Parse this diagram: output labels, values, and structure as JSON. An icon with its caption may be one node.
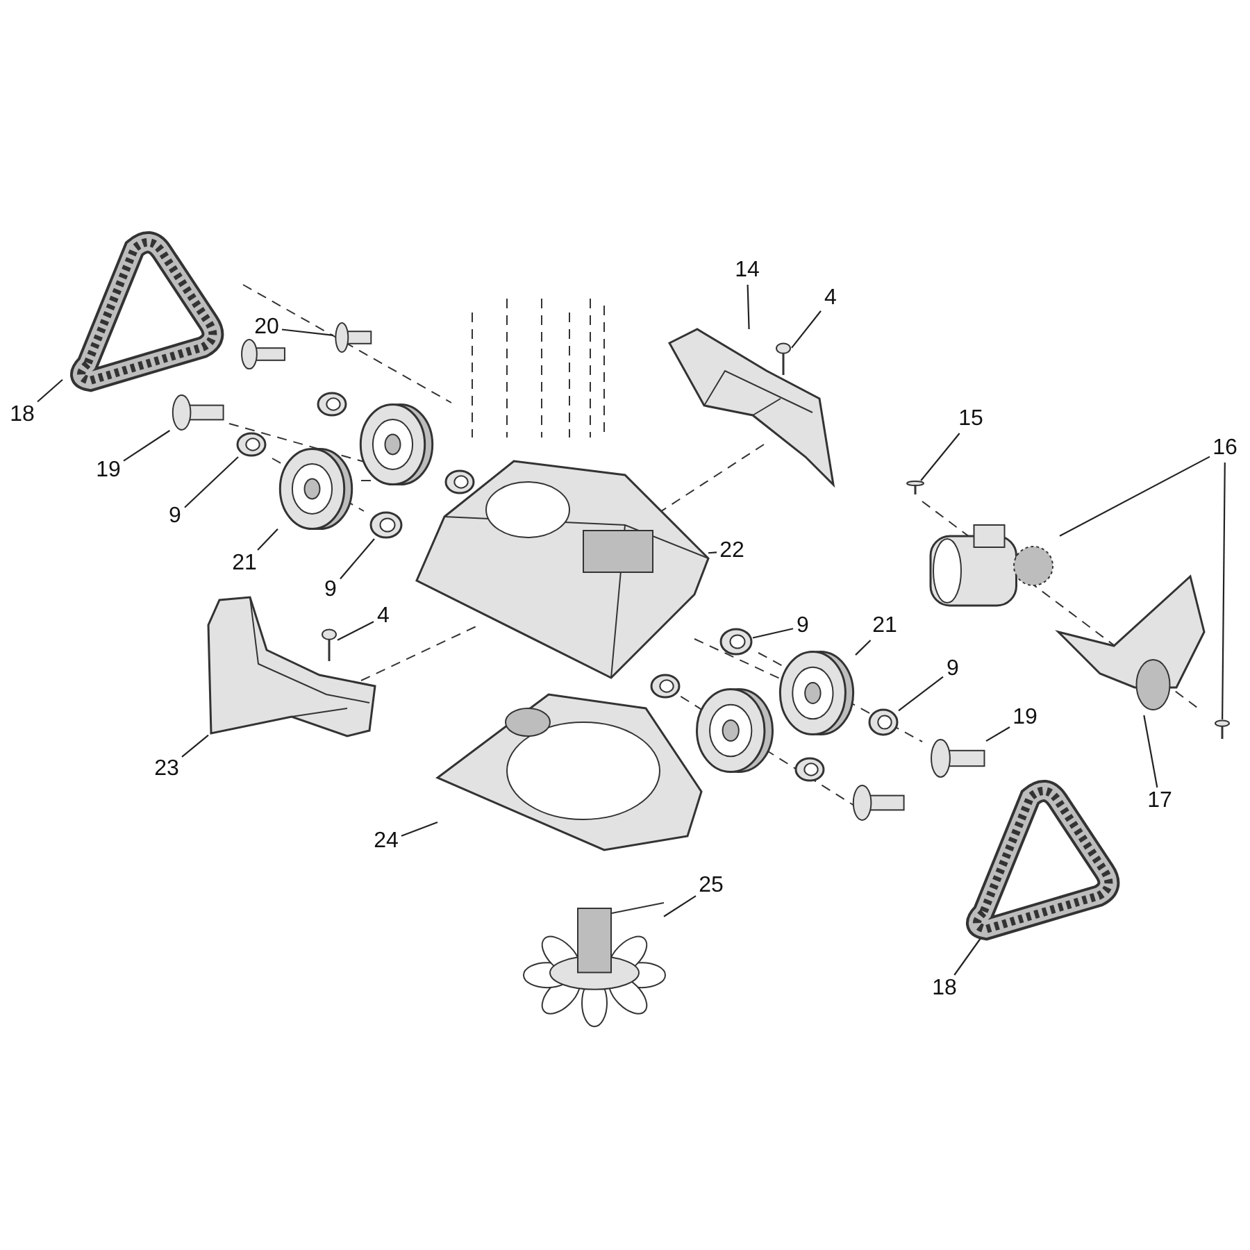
{
  "diagram": {
    "nodes": [
      {
        "text": [
          "18"
        ]
      },
      {
        "text": [
          "20"
        ]
      },
      {
        "text": [
          "19"
        ]
      },
      {
        "text": [
          "9"
        ]
      },
      {
        "text": [
          "21"
        ]
      },
      {
        "text": [
          "9"
        ]
      },
      {
        "text": [
          "14"
        ]
      },
      {
        "text": [
          "4"
        ]
      },
      {
        "text": [
          "15"
        ]
      },
      {
        "text": [
          "16"
        ]
      },
      {
        "text": [
          "22"
        ]
      },
      {
        "text": [
          "9"
        ]
      },
      {
        "text": [
          "21"
        ]
      },
      {
        "text": [
          "9"
        ]
      },
      {
        "text": [
          "19"
        ]
      },
      {
        "text": [
          "4"
        ]
      },
      {
        "text": [
          "23"
        ]
      },
      {
        "text": [
          "17"
        ]
      },
      {
        "text": [
          "24"
        ]
      },
      {
        "text": [
          "25"
        ]
      },
      {
        "text": [
          "18"
        ]
      },
      {
        "text": [],
        "shape": "picture"
      },
      {
        "text": [],
        "shape": "picture"
      },
      {
        "text": [],
        "shape": "picture"
      },
      {
        "text": [],
        "shape": "picture"
      },
      {
        "text": [],
        "shape": "picture"
      },
      {
        "text": [],
        "shape": "picture"
      },
      {
        "text": [],
        "shape": "picture"
      },
      {
        "text": [],
        "shape": "picture"
      },
      {
        "text": [],
        "shape": "picture"
      },
      {
        "text": [],
        "shape": "picture"
      },
      {
        "text": [],
        "shape": "picture"
      },
      {
        "text": [],
        "shape": "picture"
      },
      {
        "text": [],
        "shape": "picture"
      },
      {
        "text": [],
        "shape": "picture"
      },
      {
        "text": [],
        "shape": "picture"
      },
      {
        "text": [],
        "shape": "picture"
      },
      {
        "text": [],
        "shape": "picture"
      },
      {
        "text": [],
        "shape": "picture"
      },
      {
        "text": [],
        "shape": "picture"
      },
      {
        "text": [],
        "shape": "picture"
      },
      {
        "text": [],
        "shape": "picture"
      },
      {
        "text": [],
        "shape": "picture"
      }
    ],
    "edges": [
      {
        "from": 0,
        "to": 21,
        "arrow": "none"
      },
      {
        "from": 1,
        "to": 22,
        "arrow": "none"
      },
      {
        "from": 2,
        "to": 23,
        "arrow": "none"
      },
      {
        "from": 3,
        "to": 24,
        "arrow": "none"
      },
      {
        "from": 4,
        "to": 25,
        "arrow": "none"
      },
      {
        "from": 5,
        "to": 26,
        "arrow": "none"
      },
      {
        "from": 6,
        "to": 27,
        "arrow": "none"
      },
      {
        "from": 7,
        "to": 28,
        "arrow": "none"
      },
      {
        "from": 8,
        "to": 29,
        "arrow": "none"
      },
      {
        "from": 9,
        "to": 30,
        "arrow": "none"
      },
      {
        "from": 9,
        "to": 31,
        "arrow": "none"
      },
      {
        "from": 10,
        "to": 32,
        "arrow": "none"
      },
      {
        "from": 11,
        "to": 33,
        "arrow": "none"
      },
      {
        "from": 12,
        "to": 34,
        "arrow": "none"
      },
      {
        "from": 13,
        "to": 35,
        "arrow": "none"
      },
      {
        "from": 14,
        "to": 36,
        "arrow": "none"
      },
      {
        "from": 15,
        "to": 37,
        "arrow": "none"
      },
      {
        "from": 16,
        "to": 38,
        "arrow": "none"
      },
      {
        "from": 17,
        "to": 39,
        "arrow": "none"
      },
      {
        "from": 18,
        "to": 40,
        "arrow": "none"
      },
      {
        "from": 19,
        "to": 41,
        "arrow": "none"
      },
      {
        "from": 20,
        "to": 42,
        "arrow": "none"
      }
    ]
  }
}
